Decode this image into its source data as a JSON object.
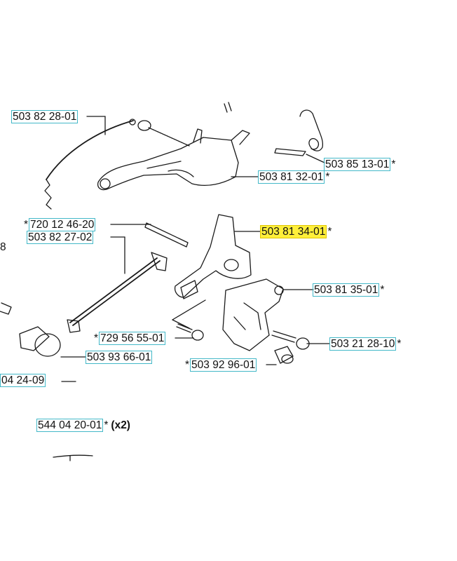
{
  "colors": {
    "box_border": "#43b8c8",
    "highlight": "#ffef3a",
    "line": "#1a1a1a"
  },
  "labels": {
    "p1": {
      "num": "503 82 28-01",
      "suffix": ""
    },
    "p2": {
      "num": "503 85 13-01",
      "suffix": "*"
    },
    "p3": {
      "num": "503 81 32-01",
      "suffix": "*"
    },
    "p4": {
      "prefix": "*",
      "num": "720 12 46-20"
    },
    "p5": {
      "num": "503 82 27-02"
    },
    "p6": {
      "num": "503 81 34-01",
      "suffix": "*"
    },
    "p7": {
      "num": "503 81 35-01",
      "suffix": "*"
    },
    "p8": {
      "prefix": "*",
      "num": "729 56 55-01"
    },
    "p9": {
      "num": "503 21 28-10",
      "suffix": "*"
    },
    "p10": {
      "num": "503 93 66-01"
    },
    "p11": {
      "prefix": "*",
      "num": "503 92 96-01"
    },
    "p12": {
      "num": "04 24-09"
    },
    "p13": {
      "num": "544 04 20-01",
      "suffix": "*",
      "qty": "(x2)"
    },
    "edge": {
      "text": "8"
    }
  }
}
